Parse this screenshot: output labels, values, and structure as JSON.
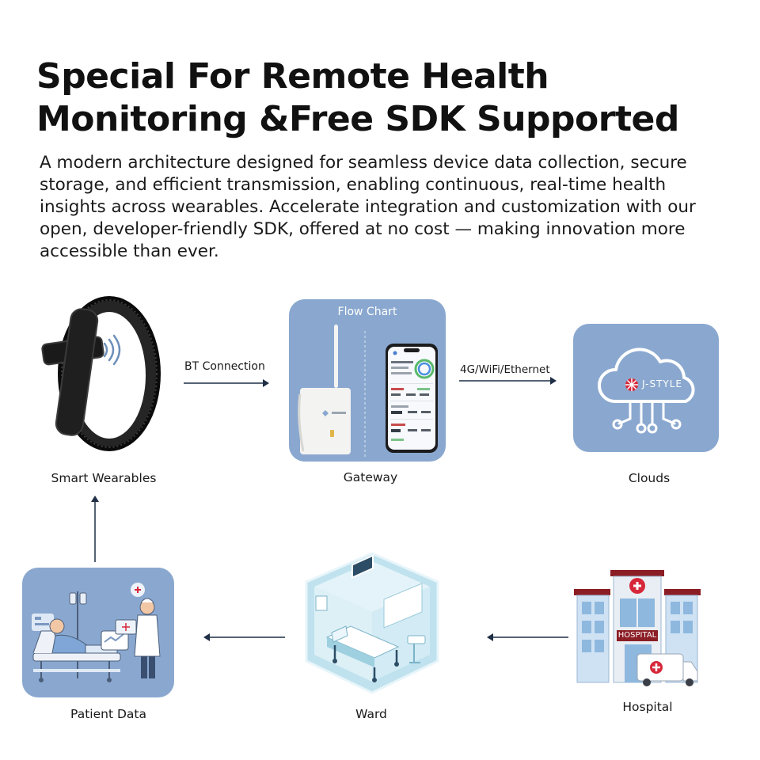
{
  "heading": {
    "line1": "Special For Remote Health",
    "line2": "Monitoring &Free SDK Supported"
  },
  "description": "A modern architecture designed for seamless device data collection, secure storage, and efficient transmission, enabling continuous, real-time health insights across wearables. Accelerate integration and customization with our open, developer-friendly SDK, offered at no cost — making innovation more accessible than ever.",
  "nodes": {
    "wearables": "Smart Wearables",
    "gateway": "Gateway",
    "clouds": "Clouds",
    "patient": "Patient Data",
    "ward": "Ward",
    "hospital": "Hospital"
  },
  "connections": {
    "bt": "BT Connection",
    "net": "4G/WiFi/Ethernet"
  },
  "gateway_card_title": "Flow Chart",
  "cloud_logo_text": "J-STYLE",
  "hospital_sign": "HOSPITAL",
  "colors": {
    "card": "#8aa8cf",
    "arrow": "#1f2f46",
    "accent_red": "#d6283a"
  }
}
